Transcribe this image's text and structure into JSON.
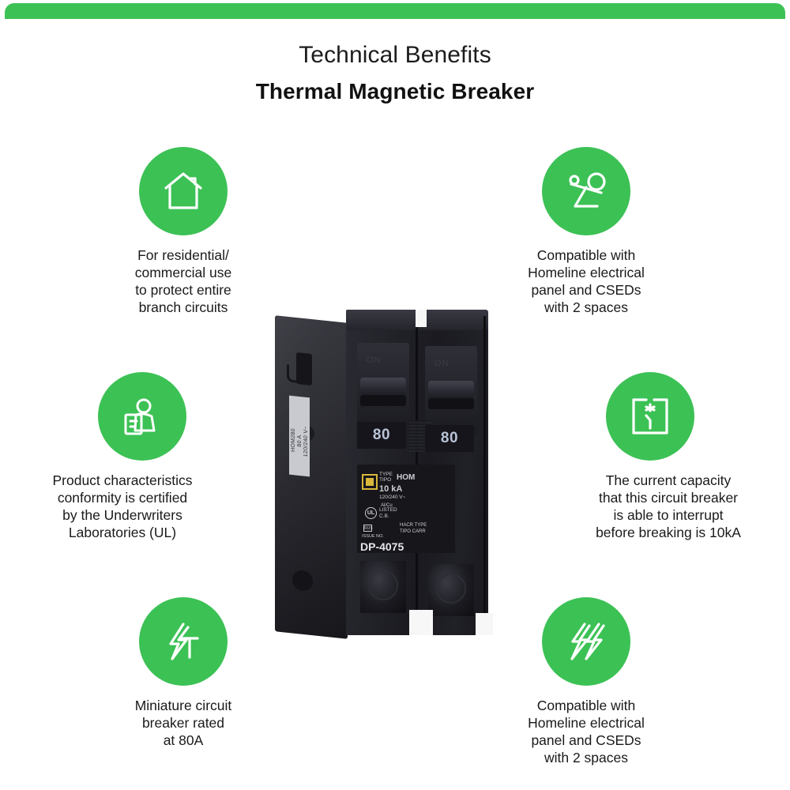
{
  "theme": {
    "accent_green": "#3cc155",
    "text_color": "#1a1a1a",
    "background": "#ffffff"
  },
  "header": {
    "title": "Technical Benefits",
    "subtitle": "Thermal Magnetic Breaker"
  },
  "benefits": [
    {
      "id": "residential",
      "icon": "house-icon",
      "caption": "For residential/\ncommercial use\nto protect entire\nbranch circuits"
    },
    {
      "id": "compatible-top",
      "icon": "balance-scale-icon",
      "caption": "Compatible with\nHomeline electrical\npanel and CSEDs\nwith 2 spaces"
    },
    {
      "id": "certified",
      "icon": "person-clipboard-icon",
      "caption": "Product characteristics\nconformity is certified\nby the Underwriters\nLaboratories (UL)"
    },
    {
      "id": "capacity",
      "icon": "circuit-break-square-icon",
      "caption": "The current capacity\nthat this circuit breaker\nis able to interrupt\nbefore breaking is 10kA"
    },
    {
      "id": "rated",
      "icon": "lightning-bolt-t-icon",
      "caption": "Miniature circuit\nbreaker rated\nat 80A"
    },
    {
      "id": "compatible-bottom",
      "icon": "double-lightning-bolt-icon",
      "caption": "Compatible with\nHomeline electrical\npanel and CSEDs\nwith 2 spaces"
    }
  ],
  "product": {
    "name": "thermal-magnetic-circuit-breaker",
    "toggle_label_left": "ON",
    "toggle_label_right": "ON",
    "amperage_left": "80",
    "amperage_right": "80",
    "label": {
      "type_line": "TYPE\nTIPO",
      "type_value": "HOM",
      "interrupt_rating": "10 kA",
      "voltage": "120/240 V~",
      "conductor": "Al/Cu",
      "ul_mark": "UL",
      "ul_listed": "LISTED\nC.B.",
      "rus_mark": "RUS",
      "hacr": "HACR TYPE\nTIPO CARR",
      "issue_label": "ISSUE NO.",
      "issue_number": "DP-4075"
    },
    "side_label_text": "HOM280\n80 A\n120/240 V~"
  }
}
